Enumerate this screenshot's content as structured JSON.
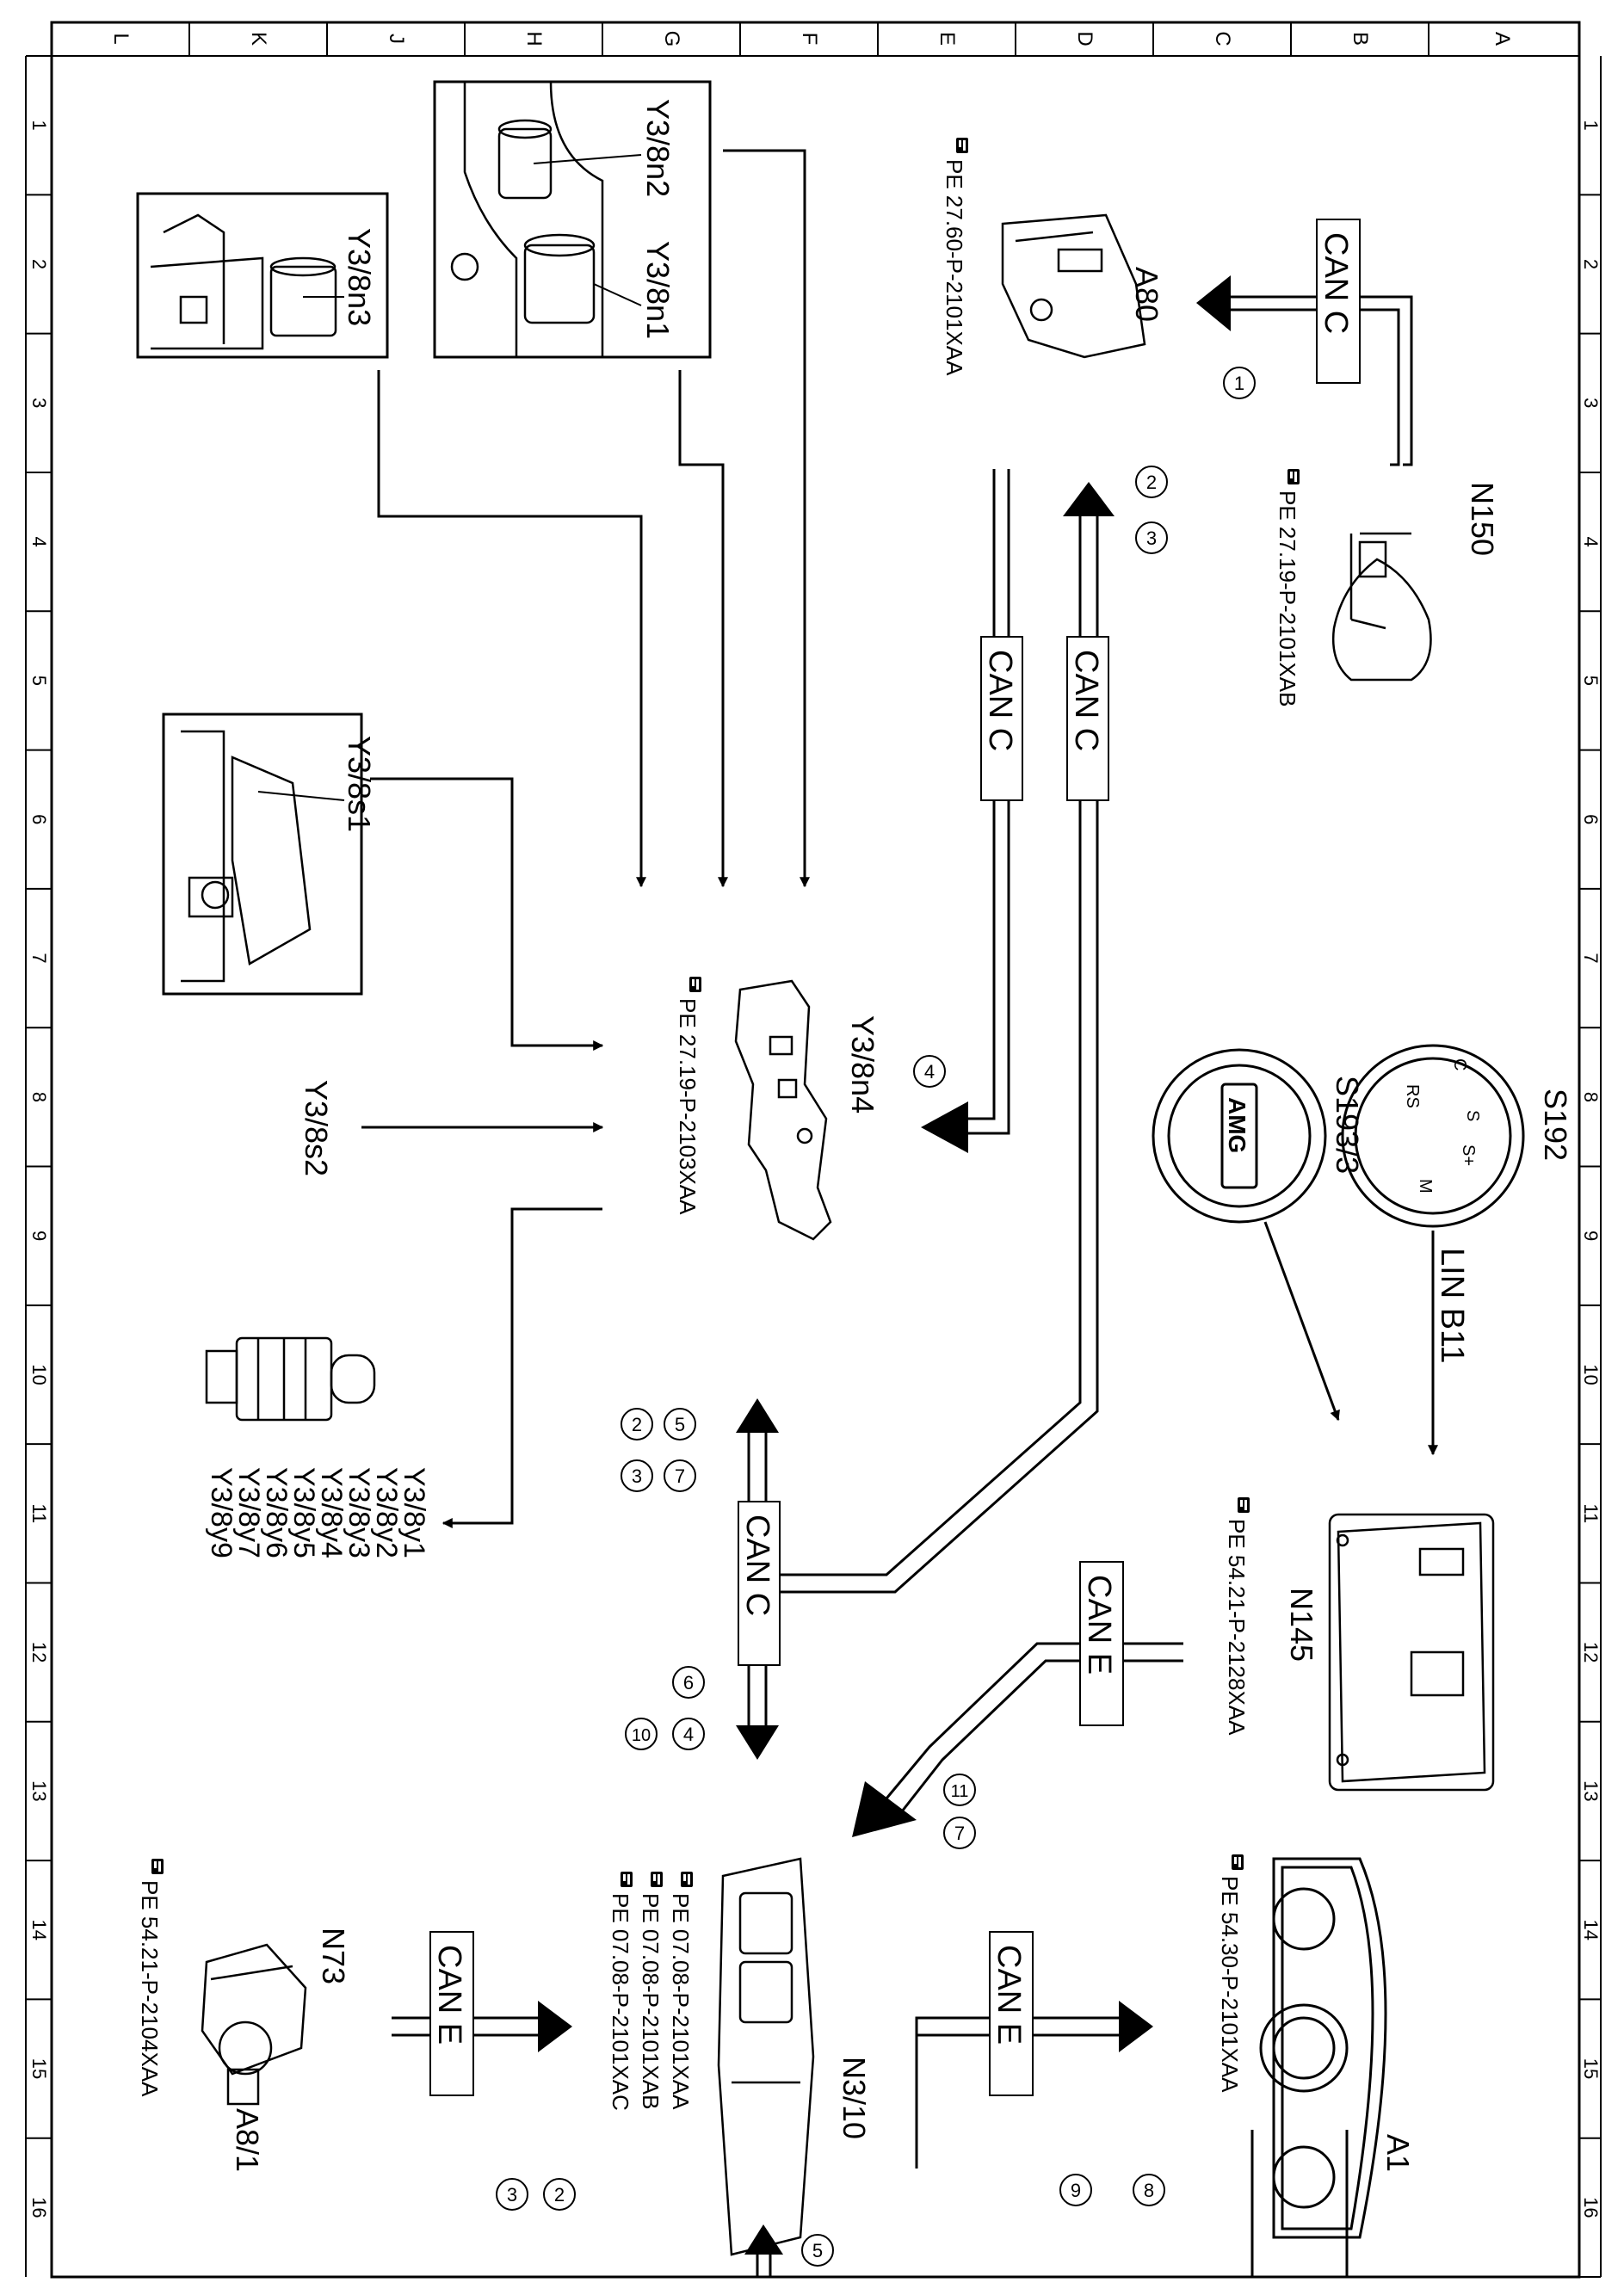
{
  "grid": {
    "columns": [
      "L",
      "K",
      "J",
      "H",
      "G",
      "F",
      "E",
      "D",
      "C",
      "B",
      "A"
    ],
    "rows": [
      "1",
      "2",
      "3",
      "4",
      "5",
      "6",
      "7",
      "8",
      "9",
      "10",
      "11",
      "12",
      "13",
      "14",
      "15",
      "16"
    ]
  },
  "components": {
    "a80": {
      "code": "A80",
      "ref": "PE 27.60-P-2101XAA"
    },
    "n150": {
      "code": "N150",
      "ref": "PE 27.19-P-2101XAB"
    },
    "y3_8n2": {
      "code": "Y3/8n2"
    },
    "y3_8n1": {
      "code": "Y3/8n1"
    },
    "y3_8n3": {
      "code": "Y3/8n3"
    },
    "y3_8s1": {
      "code": "Y3/8s1"
    },
    "y3_8s2": {
      "code": "Y3/8s2"
    },
    "y3_8n4": {
      "code": "Y3/8n4",
      "ref": "PE 27.19-P-2103XAA"
    },
    "valves": [
      "Y3/8y1",
      "Y3/8y2",
      "Y3/8y3",
      "Y3/8y4",
      "Y3/8y5",
      "Y3/8y6",
      "Y3/8y7",
      "Y3/8y9"
    ],
    "s192": {
      "code": "S192",
      "switch_labels": [
        "C",
        "S",
        "S+",
        "RS",
        "M"
      ]
    },
    "s193_3": {
      "code": "S193/3",
      "logo": "AMG"
    },
    "n145": {
      "code": "N145",
      "ref": "PE 54.21-P-2128XAA"
    },
    "a1": {
      "code": "A1",
      "ref": "PE 54.30-P-2101XAA"
    },
    "n3_10": {
      "code": "N3/10",
      "refs": [
        "PE 07.08-P-2101XAA",
        "PE 07.08-P-2101XAB",
        "PE 07.08-P-2101XAC"
      ]
    },
    "n73": {
      "code": "N73",
      "ref": "PE 54.21-P-2104XAA"
    },
    "a8_1": {
      "code": "A8/1"
    }
  },
  "buses": {
    "can_c": "CAN C",
    "can_e": "CAN E",
    "lin_b11": "LIN B11"
  },
  "signals": {
    "s1": "1",
    "s2": "2",
    "s3": "3",
    "s4": "4",
    "s5": "5",
    "s6": "6",
    "s7": "7",
    "s8": "8",
    "s9": "9",
    "s10": "10",
    "s11": "11"
  },
  "icons": {
    "reference": "pointing-hand-icon",
    "signal": "numbered-circle"
  }
}
